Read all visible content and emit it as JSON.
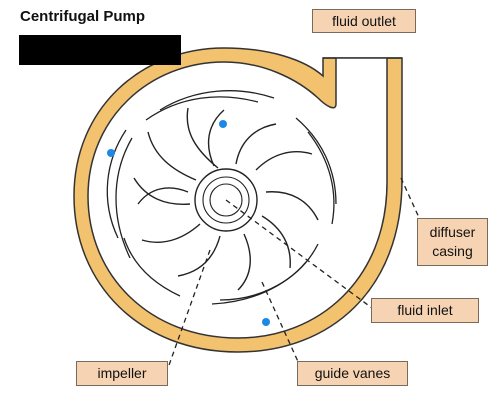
{
  "title": "Centrifugal Pump",
  "labels": {
    "fluid_outlet": "fluid outlet",
    "diffuser_casing_line1": "diffuser",
    "diffuser_casing_line2": "casing",
    "fluid_inlet": "fluid inlet",
    "impeller": "impeller",
    "guide_vanes": "guide vanes"
  },
  "colors": {
    "casing_fill": "#f2c26f",
    "casing_stroke": "#333333",
    "label_fill": "#f6d3b2",
    "fluid_particle": "#1e88e5",
    "redaction": "#000000"
  }
}
